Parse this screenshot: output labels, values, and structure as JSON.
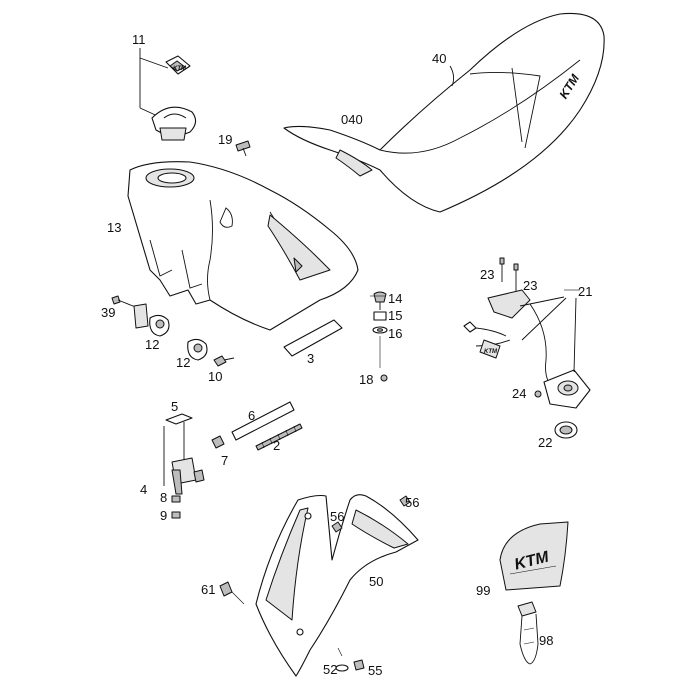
{
  "callouts": [
    {
      "id": "11",
      "text": "11"
    },
    {
      "id": "19",
      "text": "19"
    },
    {
      "id": "40",
      "text": "40"
    },
    {
      "id": "040",
      "text": "040"
    },
    {
      "id": "13",
      "text": "13"
    },
    {
      "id": "23a",
      "text": "23"
    },
    {
      "id": "23b",
      "text": "23"
    },
    {
      "id": "21",
      "text": "21"
    },
    {
      "id": "39",
      "text": "39"
    },
    {
      "id": "12a",
      "text": "12"
    },
    {
      "id": "12b",
      "text": "12"
    },
    {
      "id": "10",
      "text": "10"
    },
    {
      "id": "3",
      "text": "3"
    },
    {
      "id": "14",
      "text": "14"
    },
    {
      "id": "15",
      "text": "15"
    },
    {
      "id": "16",
      "text": "16"
    },
    {
      "id": "18",
      "text": "18"
    },
    {
      "id": "24",
      "text": "24"
    },
    {
      "id": "22",
      "text": "22"
    },
    {
      "id": "5",
      "text": "5"
    },
    {
      "id": "6",
      "text": "6"
    },
    {
      "id": "2",
      "text": "2"
    },
    {
      "id": "7",
      "text": "7"
    },
    {
      "id": "4",
      "text": "4"
    },
    {
      "id": "8",
      "text": "8"
    },
    {
      "id": "9",
      "text": "9"
    },
    {
      "id": "56a",
      "text": "56"
    },
    {
      "id": "56b",
      "text": "56"
    },
    {
      "id": "50",
      "text": "50"
    },
    {
      "id": "61",
      "text": "61"
    },
    {
      "id": "52",
      "text": "52"
    },
    {
      "id": "55",
      "text": "55"
    },
    {
      "id": "99",
      "text": "99"
    },
    {
      "id": "98",
      "text": "98"
    }
  ],
  "logos": {
    "seat_logo": "KTM",
    "sticker_logo": "KTM",
    "key_logo": "KTM",
    "tag_logo": "KTM"
  }
}
